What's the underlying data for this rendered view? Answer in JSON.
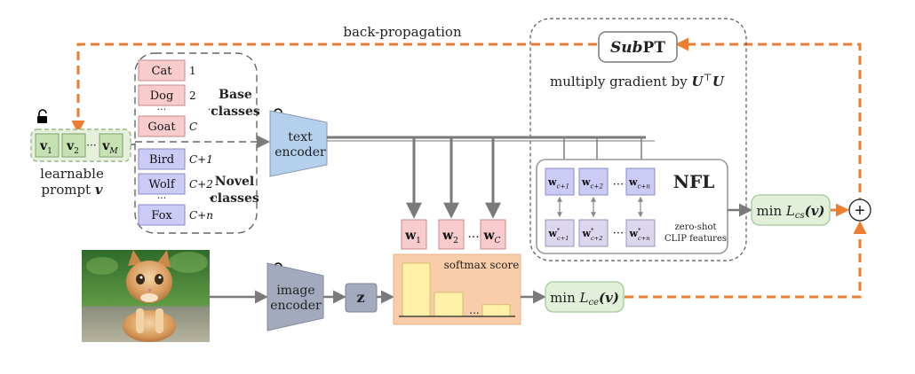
{
  "backprop": {
    "label": "back-propagation"
  },
  "subpt": {
    "title_italic": "Sub",
    "title_rest": "PT",
    "caption_pre": "multiply gradient by ",
    "caption_math": "U",
    "caption_sup": "⊤",
    "caption_math2": "U"
  },
  "prompt": {
    "tokens": [
      {
        "base": "v",
        "sub": "1"
      },
      {
        "base": "v",
        "sub": "2"
      },
      {
        "base": "v",
        "sub": "M"
      }
    ],
    "dots": "···",
    "label_line1": "learnable",
    "label_line2": "prompt ",
    "label_var": "v"
  },
  "classes": {
    "base": [
      {
        "name": "Cat",
        "index": "1"
      },
      {
        "name": "Dog",
        "index": "2"
      },
      {
        "name": "Goat",
        "index": "C"
      }
    ],
    "novel": [
      {
        "name": "Bird",
        "index": "C+1"
      },
      {
        "name": "Wolf",
        "index": "C+2"
      },
      {
        "name": "Fox",
        "index": "C+n"
      }
    ],
    "base_label_1": "Base",
    "base_label_2": "classes",
    "novel_label_1": "Novel",
    "novel_label_2": "classes",
    "vdots": "···"
  },
  "text_encoder": {
    "line1": "text",
    "line2": "encoder"
  },
  "image_encoder": {
    "line1": "image",
    "line2": "encoder"
  },
  "z_label": "z",
  "weights": [
    {
      "base": "w",
      "sub": "1"
    },
    {
      "base": "w",
      "sub": "2"
    },
    {
      "base": "w",
      "sub": "C"
    }
  ],
  "weights_dots": "···",
  "nfl": {
    "title": "NFL",
    "top": [
      {
        "base": "w",
        "sub": "c+1"
      },
      {
        "base": "w",
        "sub": "c+2"
      },
      {
        "base": "w",
        "sub": "c+n"
      }
    ],
    "bottom": [
      {
        "base": "w",
        "sup": "*",
        "sub": "c+1"
      },
      {
        "base": "w",
        "sup": "*",
        "sub": "c+2"
      },
      {
        "base": "w",
        "sup": "*",
        "sub": "c+n"
      }
    ],
    "dots": "···",
    "clip_line1": "zero-shot",
    "clip_line2": "CLIP features"
  },
  "softmax": {
    "label": "softmax score",
    "dots": "...",
    "scores": [
      1.0,
      0.45,
      0.22
    ]
  },
  "losses": {
    "cs": {
      "pre": "min ",
      "L": "L",
      "sub": "cs",
      "arg": "(v)"
    },
    "ce": {
      "pre": "min ",
      "L": "L",
      "sub": "ce",
      "arg": "(v)"
    }
  },
  "plus_symbol": "+",
  "colors": {
    "orange": "#ee7d31",
    "pink": "#f8cccc",
    "pink_border": "#c88888",
    "lavender": "#cccbf6",
    "lavender_border": "#8888c8",
    "green": "#c6e2b4",
    "loss_green": "#e2f0d9",
    "blue": "#b4d0ec",
    "slate": "#a3aabd",
    "peach": "#f9cdaa",
    "bar": "#fff2a8",
    "nfl_bottom": "#ddd6ef"
  }
}
